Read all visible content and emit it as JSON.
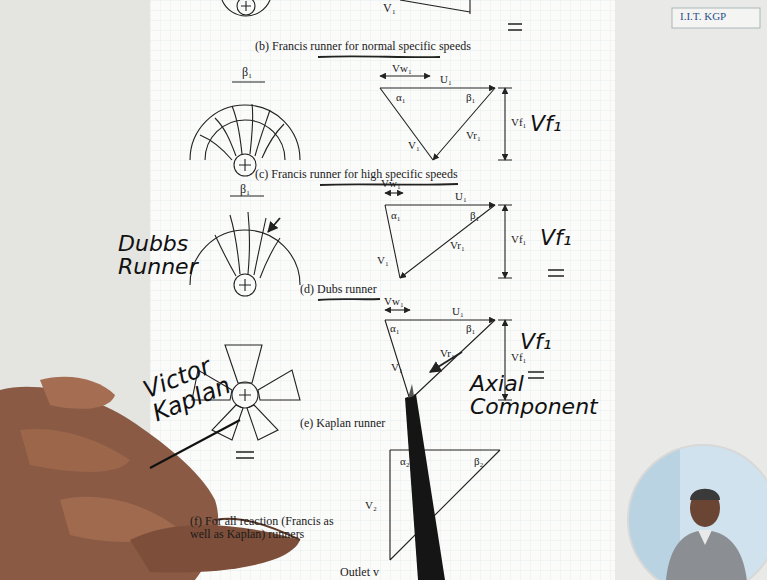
{
  "diagram": {
    "labels": [
      "V₁",
      "(b) Francis runner for normal specific speeds",
      "β₁",
      "Vw₁",
      "U₁",
      "α₁",
      "β₁",
      "Vf₁",
      "Vr₁",
      "V₁",
      "Vf₁",
      "(c) Francis runner for high specific speeds",
      "β₁",
      "Vw₁",
      "U₁",
      "α₁",
      "β₁",
      "Vf₁",
      "V₁",
      "Vr₁",
      "Vf₁",
      "(d) Dubs runner",
      "Dubbs Runner",
      "Vw₁",
      "U₁",
      "α₁",
      "β₁",
      "Vf₁",
      "V₁",
      "Vr₁",
      "Vf₁",
      "Axial Component",
      "(e) Kaplan runner",
      "Victor Kaplan",
      "α₂",
      "β₂",
      "V₂",
      "(f) For all reaction (Francis as well as Kaplan) runners",
      "Outlet v",
      "I.I.T. KGP"
    ]
  }
}
